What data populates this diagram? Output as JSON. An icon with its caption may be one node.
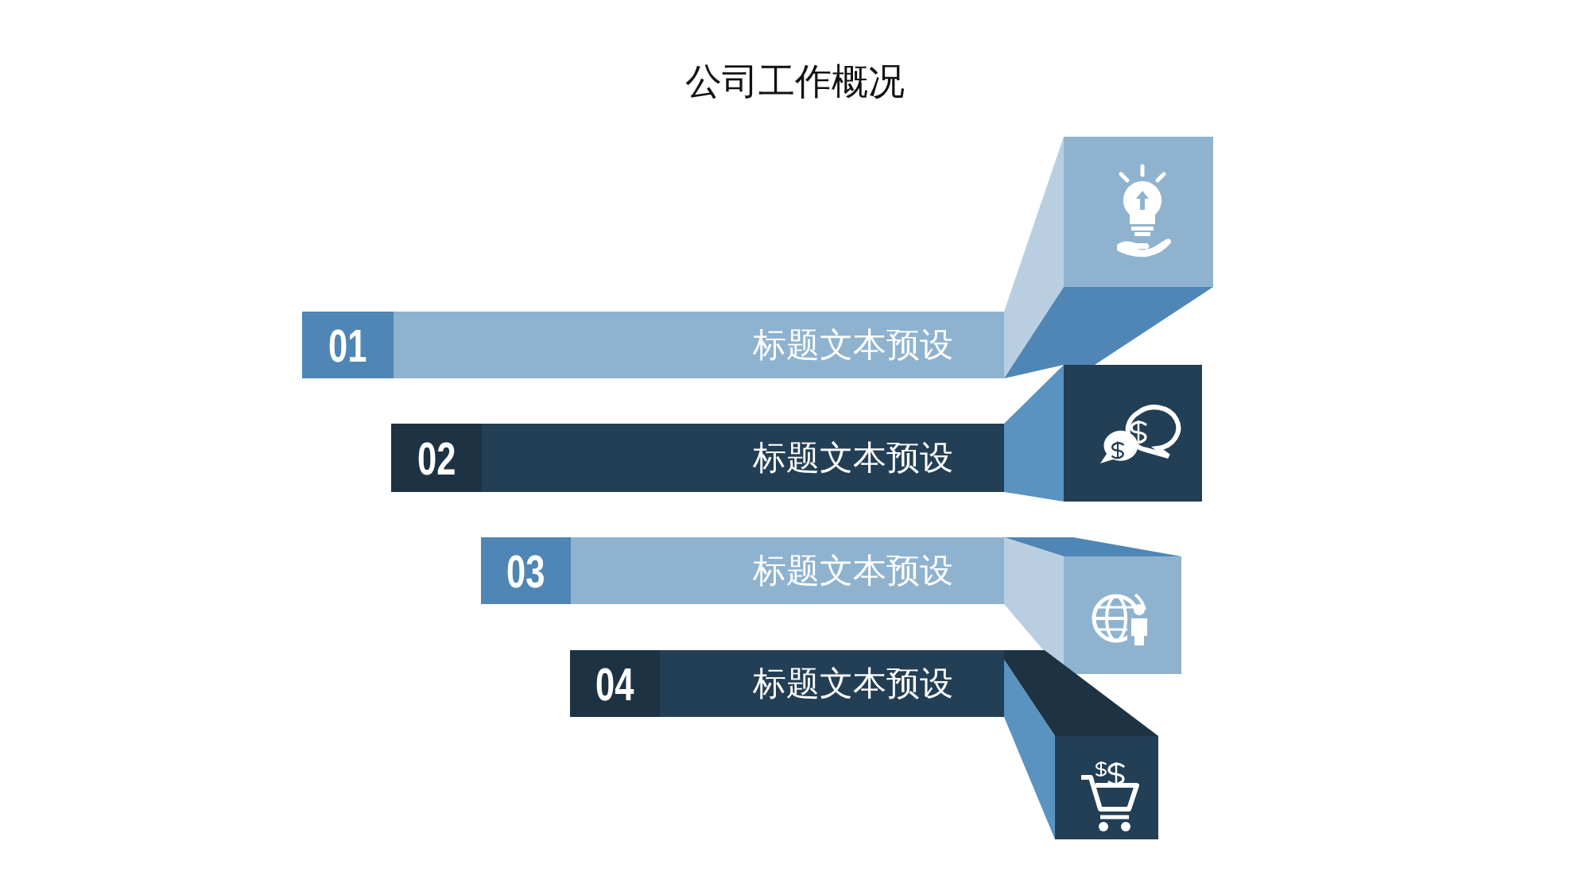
{
  "diagram": {
    "title": "公司工作概况",
    "nodes": [
      {
        "text": [
          "01"
        ]
      },
      {
        "text": [
          "标题文本预设"
        ]
      },
      {
        "text": [
          "02"
        ]
      },
      {
        "text": [
          "标题文本预设"
        ]
      },
      {
        "text": [
          "03"
        ]
      },
      {
        "text": [
          "标题文本预设"
        ]
      },
      {
        "text": [
          "04"
        ]
      },
      {
        "text": [
          "标题文本预设"
        ]
      }
    ]
  }
}
